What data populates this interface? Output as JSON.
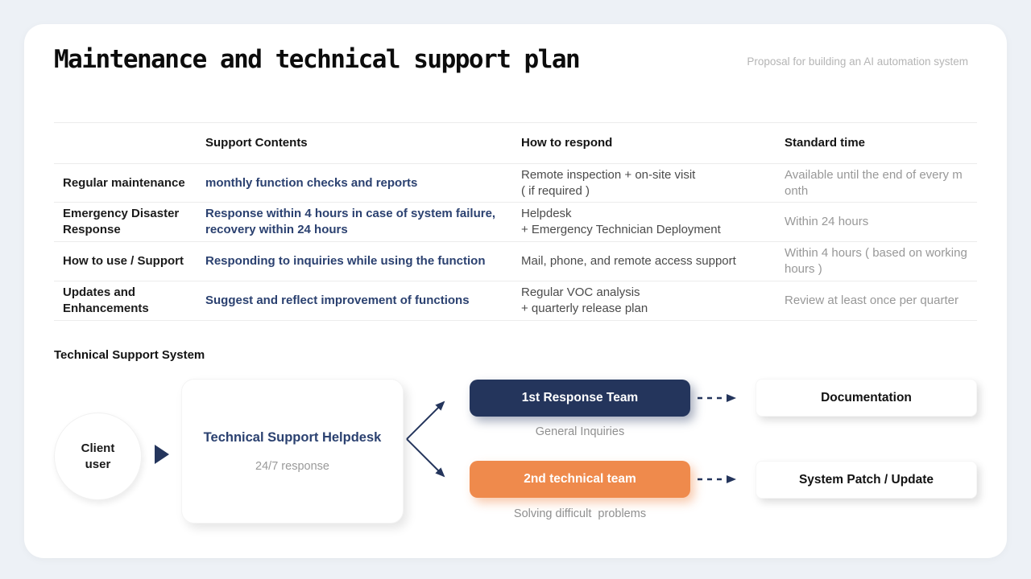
{
  "page": {
    "title": "Maintenance and technical support plan",
    "subtitle": "Proposal for building an AI automation system"
  },
  "table": {
    "headers": {
      "contents": "Support Contents",
      "respond": "How to respond",
      "time": "Standard time"
    },
    "rows": [
      {
        "label": "Regular maintenance",
        "contents": "monthly function checks and reports",
        "respond": "Remote inspection + on-site visit\n( if required )",
        "time": "Available until the end of every month"
      },
      {
        "label": "Emergency Disaster Response",
        "contents": "Response within 4 hours in case of system failure,\nrecovery within 24 hours",
        "respond": "Helpdesk\n+ Emergency Technician Deployment",
        "time": "Within 24 hours"
      },
      {
        "label": "How to use / Support",
        "contents": "Responding to inquiries while using the function",
        "respond": "Mail, phone, and remote access support",
        "time": "Within 4 hours ( based on working hours )"
      },
      {
        "label": "Updates and Enhancements",
        "contents": "Suggest and reflect improvement of functions",
        "respond": "Regular VOC analysis\n+ quarterly release plan",
        "time": "Review at least once per quarter"
      }
    ]
  },
  "diagram": {
    "heading": "Technical Support System",
    "client_label": "Client\nuser",
    "helpdesk": {
      "title": "Technical Support Helpdesk",
      "subtitle": "24/7 response"
    },
    "teams": [
      {
        "label": "1st Response Team",
        "caption": "General Inquiries"
      },
      {
        "label": "2nd technical team",
        "caption": "Solving difficult  problems"
      }
    ],
    "outputs": [
      {
        "label": "Documentation"
      },
      {
        "label": "System Patch / Update"
      }
    ]
  },
  "colors": {
    "background": "#edf1f6",
    "card": "#ffffff",
    "navy": "#24355c",
    "table_navy_text": "#2b4170",
    "orange": "#ef8a4c",
    "muted_gray": "#989898"
  }
}
